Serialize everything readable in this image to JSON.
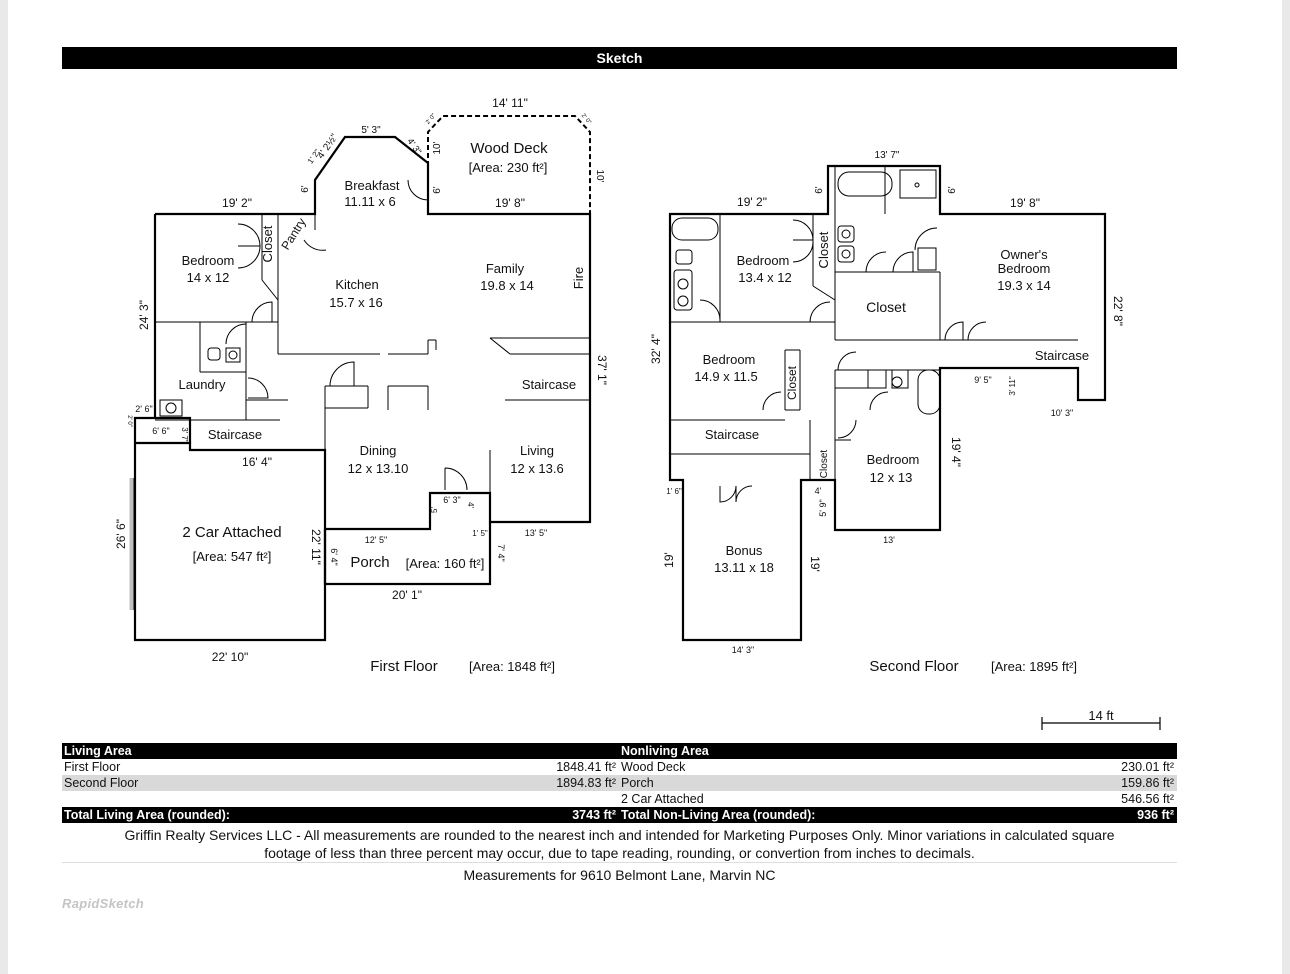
{
  "header": {
    "title": "Sketch"
  },
  "first_floor": {
    "title": "First Floor",
    "area": "[Area: 1848 ft²]",
    "rooms": {
      "bedroom": {
        "name": "Bedroom",
        "size": "14 x 12"
      },
      "closet": "Closet",
      "pantry": "Pantry",
      "breakfast": {
        "name": "Breakfast",
        "size": "11.11 x 6"
      },
      "kitchen": {
        "name": "Kitchen",
        "size": "15.7 x 16"
      },
      "family": {
        "name": "Family",
        "size": "19.8 x 14"
      },
      "fire": "Fire",
      "laundry": "Laundry",
      "staircase_left": "Staircase",
      "staircase_right": "Staircase",
      "dining": {
        "name": "Dining",
        "size": "12 x 13.10"
      },
      "living": {
        "name": "Living",
        "size": "12 x 13.6"
      },
      "wood_deck": {
        "name": "Wood Deck",
        "area": "[Area: 230 ft²]"
      },
      "garage": {
        "name": "2 Car Attached",
        "area": "[Area: 547 ft²]"
      },
      "porch": {
        "name": "Porch",
        "area": "[Area: 160 ft²]"
      }
    },
    "dims": {
      "deck_top": "14' 11\"",
      "bay_top": "5' 3\"",
      "bay_left": "4' 2½\"",
      "bay_left_small": "1' 2\"",
      "bay_right": "4' 3\"",
      "deck_corner_left": "2' 0\"",
      "deck_corner_right": "2' 0\"",
      "deck_left": "10'",
      "deck_right": "10'",
      "breakfast_left": "6'",
      "breakfast_right": "6'",
      "top_left": "19' 2\"",
      "top_right": "19' 8\"",
      "left_side": "24' 3\"",
      "right_side": "37' 1\"",
      "step_a": "2' 6\"",
      "step_b": "6' 6\"",
      "step_c": "3' 7\"",
      "step_d": "2' 0\"",
      "stair_bottom": "16' 4\"",
      "garage_left": "26' 6\"",
      "garage_right": "22' 11\"",
      "garage_bottom": "22' 10\"",
      "porch_top": "12' 5\"",
      "porch_bottom": "20' 1\"",
      "porch_left": "6' 4\"",
      "porch_right": "7' 4\"",
      "entry_top": "6' 3\"",
      "entry_left": "5'",
      "entry_right": "4'",
      "entry_bottom": "1' 5\"",
      "living_bottom": "13' 5\""
    }
  },
  "second_floor": {
    "title": "Second Floor",
    "area": "[Area: 1895 ft²]",
    "rooms": {
      "bedroom_a": {
        "name": "Bedroom",
        "size": "13.4 x 12"
      },
      "closet_a": "Closet",
      "closet_center": "Closet",
      "owner": {
        "name1": "Owner's",
        "name2": "Bedroom",
        "size": "19.3 x 14"
      },
      "staircase_right": "Staircase",
      "bedroom_b": {
        "name": "Bedroom",
        "size": "14.9 x 11.5"
      },
      "closet_b": "Closet",
      "staircase_left": "Staircase",
      "closet_c": "Closet",
      "bedroom_c": {
        "name": "Bedroom",
        "size": "12 x 13"
      },
      "bonus": {
        "name": "Bonus",
        "size": "13.11 x 18"
      }
    },
    "dims": {
      "bath_top": "13' 7\"",
      "bath_left": "6'",
      "bath_right": "6'",
      "top_left": "19' 2\"",
      "top_right": "19' 8\"",
      "right_side": "22' 8\"",
      "left_side": "32' 4\"",
      "ledge_a": "9' 5\"",
      "ledge_b": "3' 11\"",
      "ledge_c": "10' 3\"",
      "bed_c_right": "19' 4\"",
      "bed_c_bottom": "13'",
      "small_a": "1' 6\"",
      "small_b": "4'",
      "small_c": "5' 9\"",
      "bonus_left": "19'",
      "bonus_right": "19'",
      "bonus_bottom": "14' 3\""
    }
  },
  "scale": {
    "label": "14 ft"
  },
  "area_table": {
    "living_header": "Living Area",
    "nonliving_header": "Nonliving Area",
    "rows": [
      {
        "name": "First Floor",
        "value": "1848.41 ft²",
        "name2": "Wood Deck",
        "value2": "230.01 ft²"
      },
      {
        "name": "Second Floor",
        "value": "1894.83 ft²",
        "name2": "Porch",
        "value2": "159.86 ft²"
      },
      {
        "name": "",
        "value": "",
        "name2": "2 Car Attached",
        "value2": "546.56 ft²"
      }
    ],
    "total_living_label": "Total Living Area (rounded):",
    "total_living_value": "3743 ft²",
    "total_nonliving_label": "Total Non-Living Area (rounded):",
    "total_nonliving_value": "936 ft²"
  },
  "footer": {
    "disclaimer_line1": "Griffin Realty Services LLC - All measurements are rounded to the nearest inch and intended for Marketing Purposes Only.  Minor variations in calculated square",
    "disclaimer_line2": "footage of less than three percent may occur, due to tape reading, rounding, or convertion from inches to decimals.",
    "address": "Measurements for 9610 Belmont Lane, Marvin NC",
    "logo": "RapidSketch"
  }
}
